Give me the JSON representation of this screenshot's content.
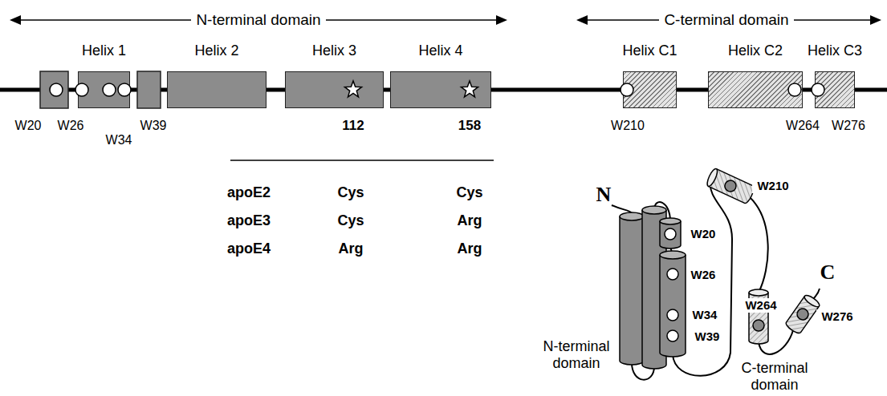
{
  "diagram": {
    "nodes": [
      {
        "text": [
          "Helix 1"
        ]
      },
      {
        "text": [
          "Helix 2"
        ]
      },
      {
        "text": [
          "Helix 3"
        ]
      },
      {
        "text": [
          "Helix 4"
        ]
      },
      {
        "text": [
          "Helix C1"
        ]
      },
      {
        "text": [
          "Helix C2"
        ]
      },
      {
        "text": [
          "Helix C3"
        ]
      }
    ],
    "labels": [
      "N-terminal domain",
      "C-terminal domain",
      "W20",
      "W26",
      "W34",
      "W39",
      "112",
      "158",
      "W210",
      "W264",
      "W276",
      "apoE2",
      "Cys",
      "Cys",
      "apoE3",
      "Cys",
      "Arg",
      "apoE4",
      "Arg",
      "Arg",
      "N",
      "C",
      "W210",
      "W20",
      "W26",
      "W264",
      "W34",
      "W39",
      "W276",
      "N-terminal domain",
      "C-terminal domain"
    ]
  }
}
